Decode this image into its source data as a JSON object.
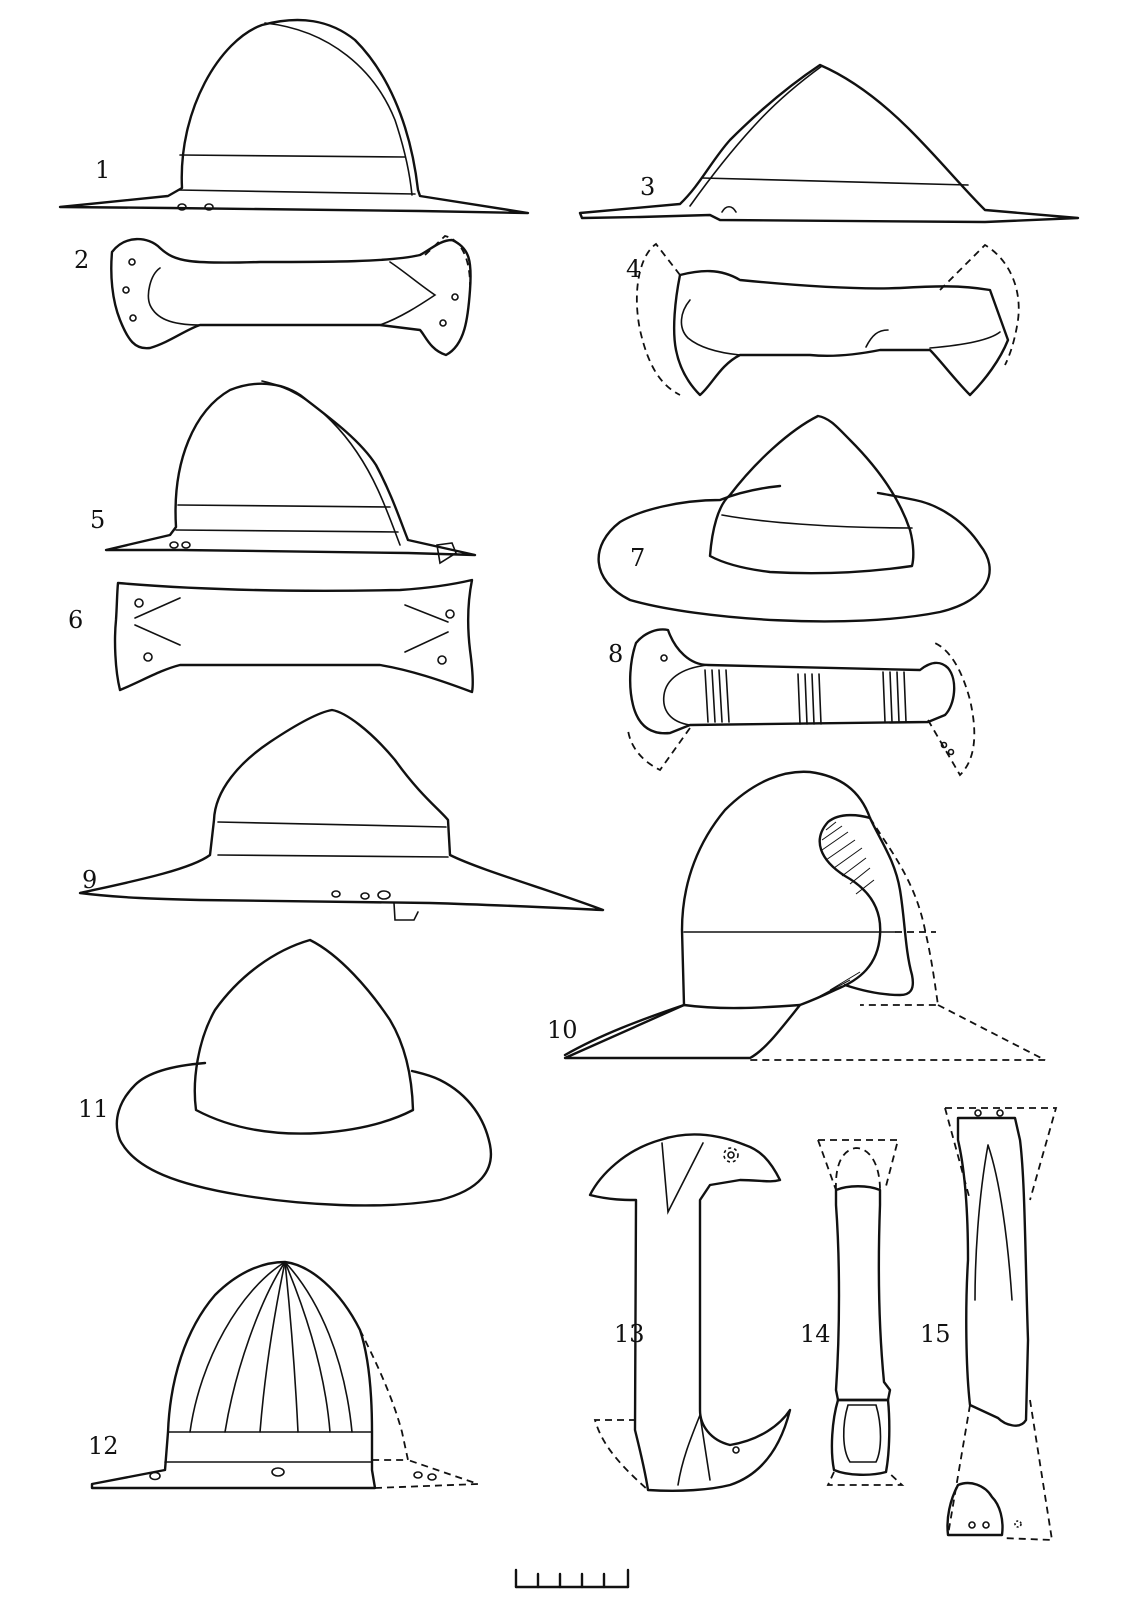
{
  "figure_labels": {
    "n1": "1",
    "n2": "2",
    "n3": "3",
    "n4": "4",
    "n5": "5",
    "n6": "6",
    "n7": "7",
    "n8": "8",
    "n9": "9",
    "n10": "10",
    "n11": "11",
    "n12": "12",
    "n13": "13",
    "n14": "14",
    "n15": "15"
  }
}
